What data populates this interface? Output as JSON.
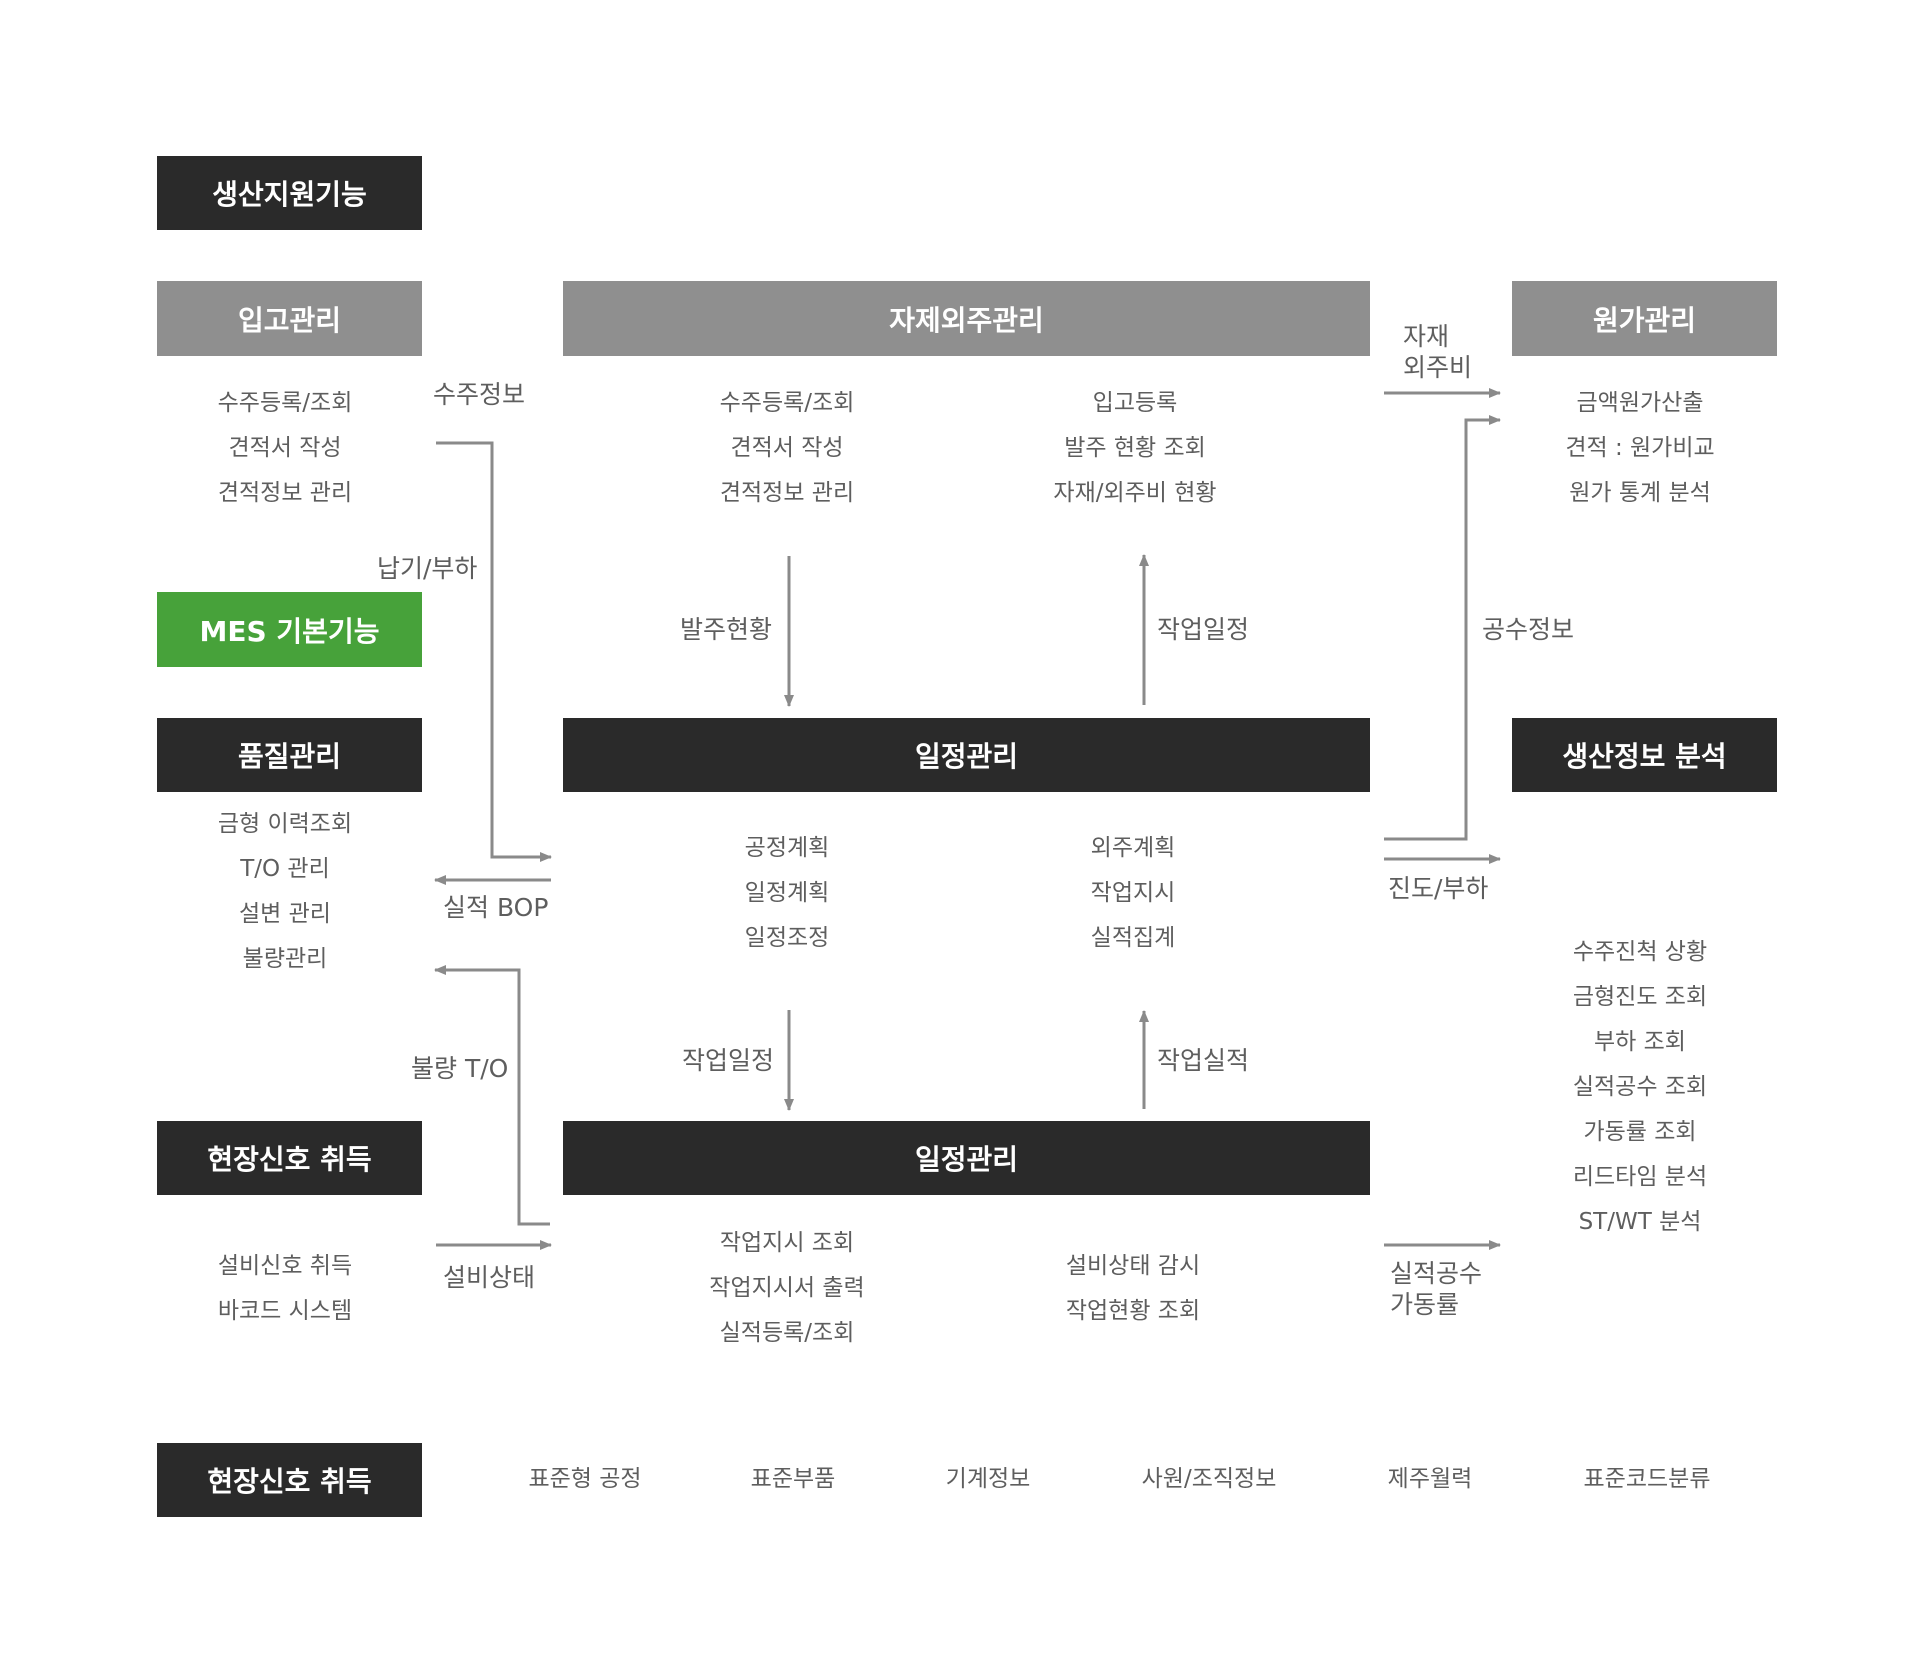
{
  "header": {
    "title": "생산지원기능"
  },
  "boxes": {
    "incoming": "입고관리",
    "outsourcing": "자제외주관리",
    "cost": "원가관리",
    "mes_basic": "MES 기본기능",
    "quality": "품질관리",
    "schedule_mid": "일정관리",
    "production_analysis": "생산정보 분석",
    "field_signal": "현장신호 취득",
    "schedule_bottom": "일정관리",
    "footer_title": "현장신호 취득"
  },
  "lists": {
    "incoming": [
      "수주등록/조회",
      "견적서 작성",
      "견적정보 관리"
    ],
    "outsourcing_left": [
      "수주등록/조회",
      "견적서 작성",
      "견적정보 관리"
    ],
    "outsourcing_right": [
      "입고등록",
      "발주 현황 조회",
      "자재/외주비 현황"
    ],
    "cost": [
      "금액원가산출",
      "견적 : 원가비교",
      "원가 통계 분석"
    ],
    "quality": [
      "금형 이력조회",
      "T/O 관리",
      "설변 관리",
      "불량관리"
    ],
    "schedule_mid_left": [
      "공정계획",
      "일정계획",
      "일정조정"
    ],
    "schedule_mid_right": [
      "외주계획",
      "작업지시",
      "실적집계"
    ],
    "analysis": [
      "수주진척 상황",
      "금형진도 조회",
      "부하 조회",
      "실적공수 조회",
      "가동률 조회",
      "리드타임 분석",
      "ST/WT 분석"
    ],
    "field_signal": [
      "설비신호 취득",
      "바코드 시스템"
    ],
    "schedule_bottom_left": [
      "작업지시 조회",
      "작업지시서 출력",
      "실적등록/조회"
    ],
    "schedule_bottom_right": [
      "설비상태 감시",
      "작업현황 조회"
    ]
  },
  "labels": {
    "order_info": "수주정보",
    "delivery_load": "납기/부하",
    "material_outsource": [
      "자재",
      "외주비"
    ],
    "order_status": "발주현황",
    "work_schedule_up": "작업일정",
    "man_hour_info": "공수정보",
    "actual_bop": "실적 BOP",
    "progress_load": "진도/부하",
    "defect_to": "불량 T/O",
    "work_schedule_down": "작업일정",
    "work_result": "작업실적",
    "equipment_status": "설비상태",
    "result_operation": [
      "실적공수",
      "가동률"
    ]
  },
  "footer": {
    "items": [
      "표준형 공정",
      "표준부품",
      "기계정보",
      "사원/조직정보",
      "제주월력",
      "표준코드분류"
    ]
  },
  "colors": {
    "dark": "#2a2a2a",
    "gray": "#8f8f8f",
    "green": "#47a23a",
    "line": "#8a8a8a"
  }
}
